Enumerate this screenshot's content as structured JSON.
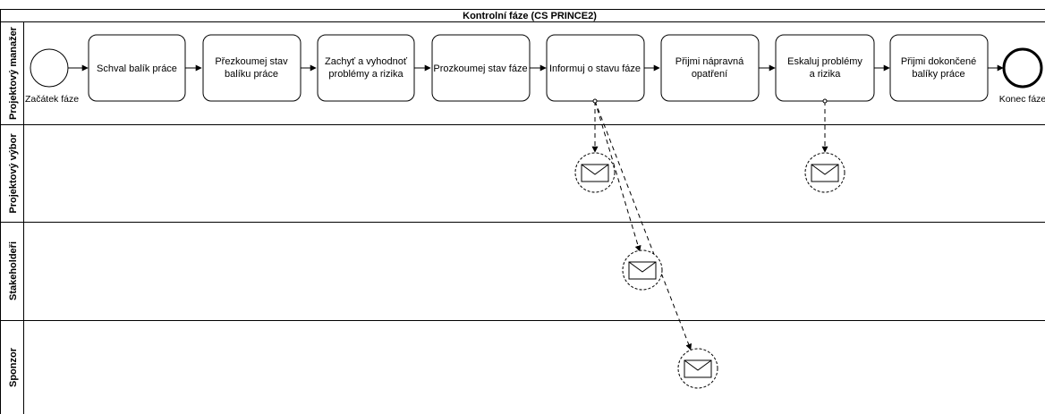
{
  "pool": {
    "title": "Kontrolní fáze (CS PRINCE2)"
  },
  "lanes": [
    {
      "id": "pm",
      "label": "Projektový manažer"
    },
    {
      "id": "board",
      "label": "Projektový výbor"
    },
    {
      "id": "stake",
      "label": "Stakeholdeři"
    },
    {
      "id": "sponsor",
      "label": "Sponzor"
    }
  ],
  "start_event": {
    "label": "Začátek fáze"
  },
  "end_event": {
    "label": "Konec fáze"
  },
  "tasks": [
    {
      "id": "t1",
      "lines": [
        "Schval balík práce"
      ]
    },
    {
      "id": "t2",
      "lines": [
        "Přezkoumej stav",
        "balíku práce"
      ]
    },
    {
      "id": "t3",
      "lines": [
        "Zachyť a vyhodnoť",
        "problémy a rizika"
      ]
    },
    {
      "id": "t4",
      "lines": [
        "Prozkoumej stav fáze"
      ]
    },
    {
      "id": "t5",
      "lines": [
        "Informuj o stavu fáze"
      ]
    },
    {
      "id": "t6",
      "lines": [
        "Přijmi nápravná",
        "opatření"
      ]
    },
    {
      "id": "t7",
      "lines": [
        "Eskaluj problémy",
        "a rizika"
      ]
    },
    {
      "id": "t8",
      "lines": [
        "Přijmi dokončené",
        "balíky práce"
      ]
    }
  ],
  "message_events": [
    {
      "id": "m1",
      "lane": "board",
      "source": "t5",
      "icon": "envelope-icon"
    },
    {
      "id": "m2",
      "lane": "stake",
      "source": "t5",
      "icon": "envelope-icon"
    },
    {
      "id": "m3",
      "lane": "sponsor",
      "source": "t5",
      "icon": "envelope-icon"
    },
    {
      "id": "m4",
      "lane": "board",
      "source": "t7",
      "icon": "envelope-icon"
    }
  ]
}
